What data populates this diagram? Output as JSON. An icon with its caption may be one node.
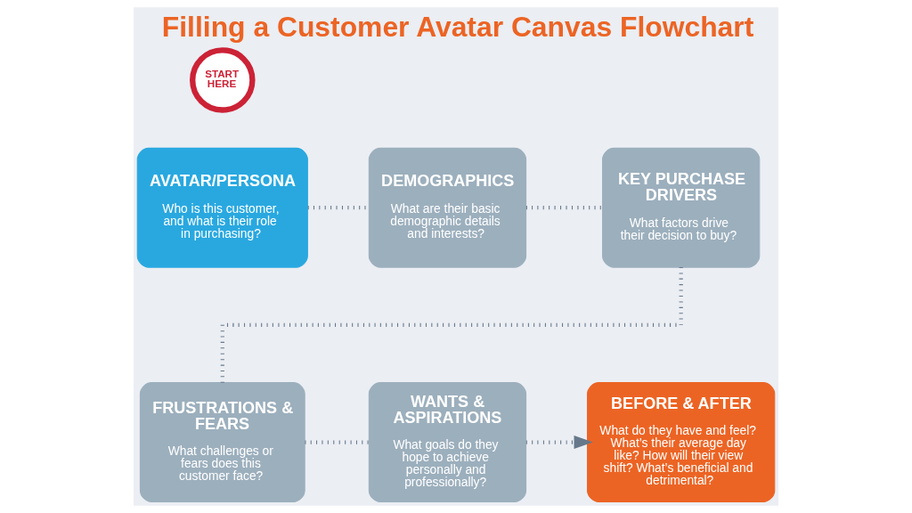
{
  "diagram": {
    "title": "Filling a Customer Avatar Canvas Flowchart",
    "nodes": [
      {
        "text": [
          "START HERE"
        ]
      },
      {
        "text": [
          "AVATAR/PERSONA",
          "Who is this customer, and what is their role in purchasing?"
        ]
      },
      {
        "text": [
          "DEMOGRAPHICS",
          "What are their basic demographic details and interests?"
        ]
      },
      {
        "text": [
          "KEY PURCHASE DRIVERS",
          "What factors drive their decision to buy?"
        ]
      },
      {
        "text": [
          "FRUSTRATIONS & FEARS",
          "What challenges or fears does this customer face?"
        ]
      },
      {
        "text": [
          "WANTS & ASPIRATIONS",
          "What goals do they hope to achieve personally and professionally?"
        ]
      },
      {
        "text": [
          "BEFORE & AFTER",
          "What do they have and feel? What’s their average day like? How will their view shift? What’s beneficial and detrimental?"
        ]
      }
    ],
    "edges": [
      {
        "from": 1,
        "to": 2,
        "arrow": "none"
      },
      {
        "from": 2,
        "to": 3,
        "arrow": "none"
      },
      {
        "from": 3,
        "to": 4,
        "arrow": "none"
      },
      {
        "from": 4,
        "to": 5,
        "arrow": "none"
      },
      {
        "from": 5,
        "to": 6,
        "arrow": "to"
      }
    ]
  }
}
